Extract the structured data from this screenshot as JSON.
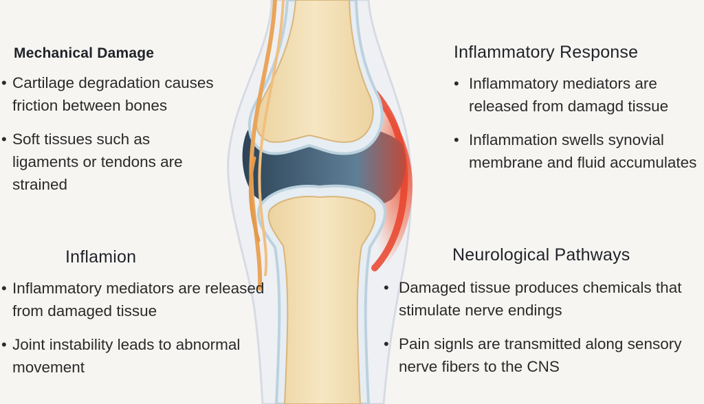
{
  "mechanical": {
    "title": "Mechanical Damage",
    "items": [
      "Cartilage degradation causes friction between bones",
      "Soft tissues such as ligaments or tendons are strained"
    ]
  },
  "inflammation": {
    "title": "Inflamion",
    "items": [
      "Inflammatory mediators are released from damaged tissue",
      "Joint instability leads to abnormal movement"
    ]
  },
  "response": {
    "title": "Inflammatory Response",
    "items": [
      "Inflammatory mediators are released from damagd tissue",
      "Inflammation swells synovial membrane and fluid accumulates"
    ]
  },
  "neuro": {
    "title": "Neurological Pathways",
    "items": [
      "Damaged tissue produces chemicals that stimulate nerve endings",
      "Pain signls are transmitted along sensory nerve fibers to the CNS"
    ]
  },
  "colors": {
    "background": "#f7f5f2",
    "bone": "#f2dfb4",
    "cartilage": "#cfe3ec",
    "joint_space": "#3d5a73",
    "inflammation": "#e8432c",
    "tendon": "#e9a55a"
  }
}
